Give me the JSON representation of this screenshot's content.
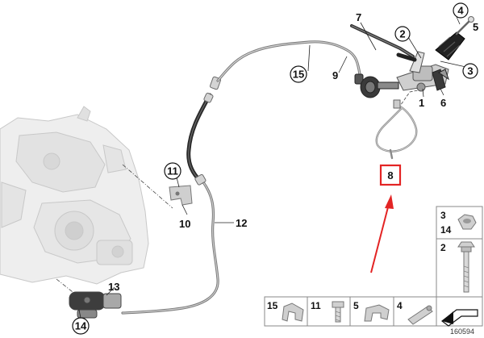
{
  "diagram": {
    "reference_number": "160594",
    "highlighted_part": "8",
    "highlight_color": "#e32424",
    "callouts": {
      "p1": "1",
      "p2": "2",
      "p3": "3",
      "p4": "4",
      "p5": "5",
      "p6": "6",
      "p7": "7",
      "p8": "8",
      "p9": "9",
      "p10": "10",
      "p11": "11",
      "p12": "12",
      "p13": "13",
      "p14": "14",
      "p15": "15"
    },
    "legend": {
      "nut_labels": [
        "3",
        "14"
      ],
      "bolt_label": "2",
      "bottom_items": [
        "15",
        "11",
        "5",
        "4"
      ]
    }
  }
}
